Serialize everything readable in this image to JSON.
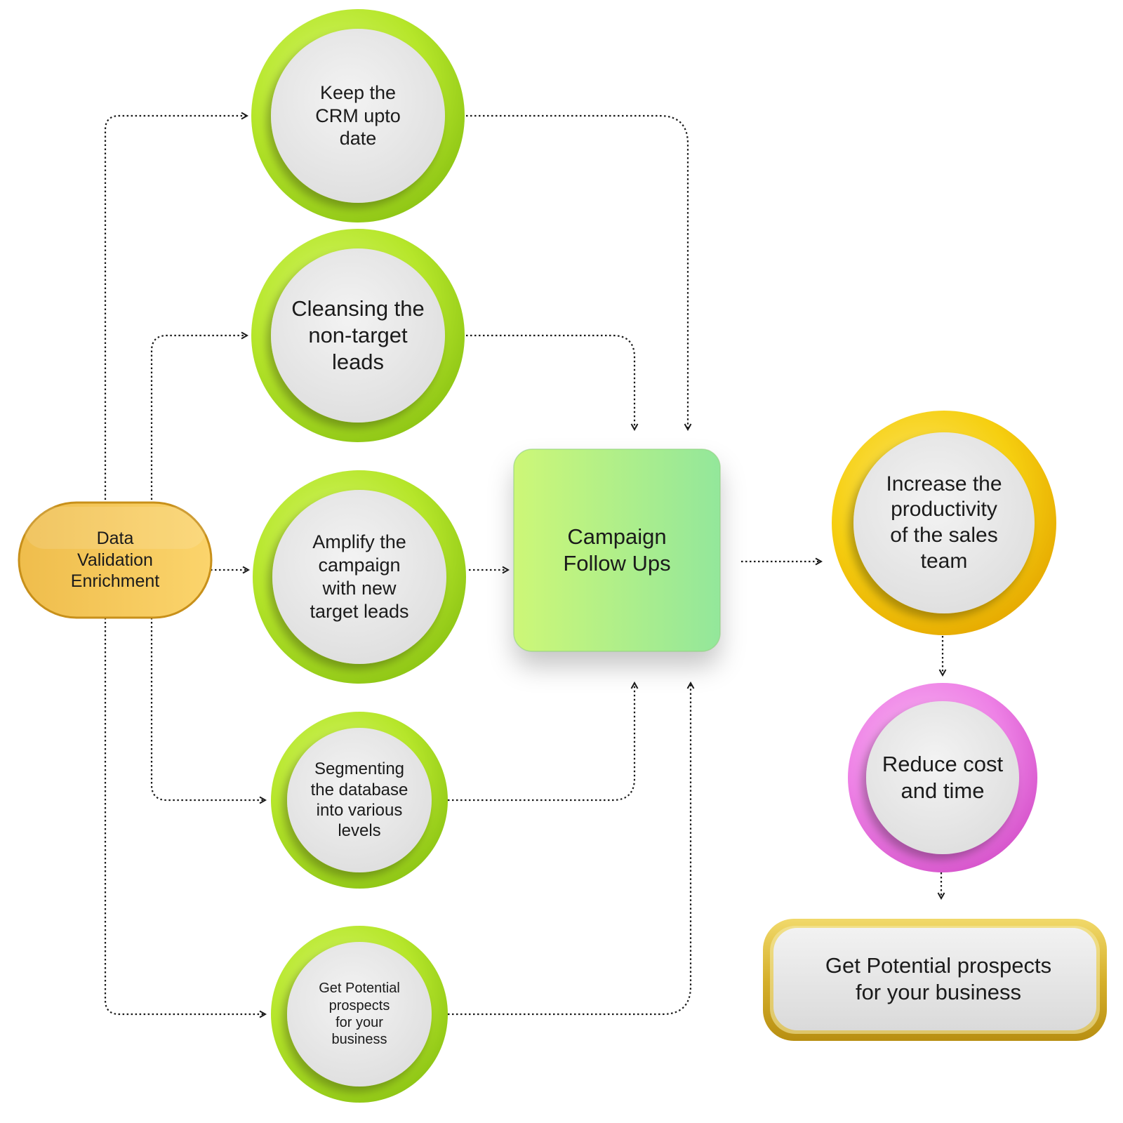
{
  "source": {
    "label": "Data\nValidation\nEnrichment"
  },
  "tasks": [
    {
      "label": "Keep the\nCRM upto\ndate"
    },
    {
      "label": "Cleansing the\nnon-target\nleads"
    },
    {
      "label": "Amplify the\ncampaign\nwith new\ntarget leads"
    },
    {
      "label": "Segmenting\nthe database\ninto various\nlevels"
    },
    {
      "label": "Get Potential\nprospects\nfor your\nbusiness"
    }
  ],
  "hub": {
    "label": "Campaign\nFollow Ups"
  },
  "outcomes": [
    {
      "label": "Increase the\nproductivity\nof the sales\nteam"
    },
    {
      "label": "Reduce cost\nand time"
    }
  ],
  "result": {
    "label": "Get Potential prospects\nfor your business"
  },
  "colors": {
    "green_ring": "#b8e82a",
    "yellow_ring": "#f6cf10",
    "pink_ring": "#ee82e6",
    "gold_frame": "#d9b838",
    "hub_gradient_start": "#cdf777",
    "hub_gradient_end": "#93e79b",
    "source_fill": "#f7c75a",
    "inner_disc": "#e7e7e7",
    "connector": "#1a1a1a"
  }
}
